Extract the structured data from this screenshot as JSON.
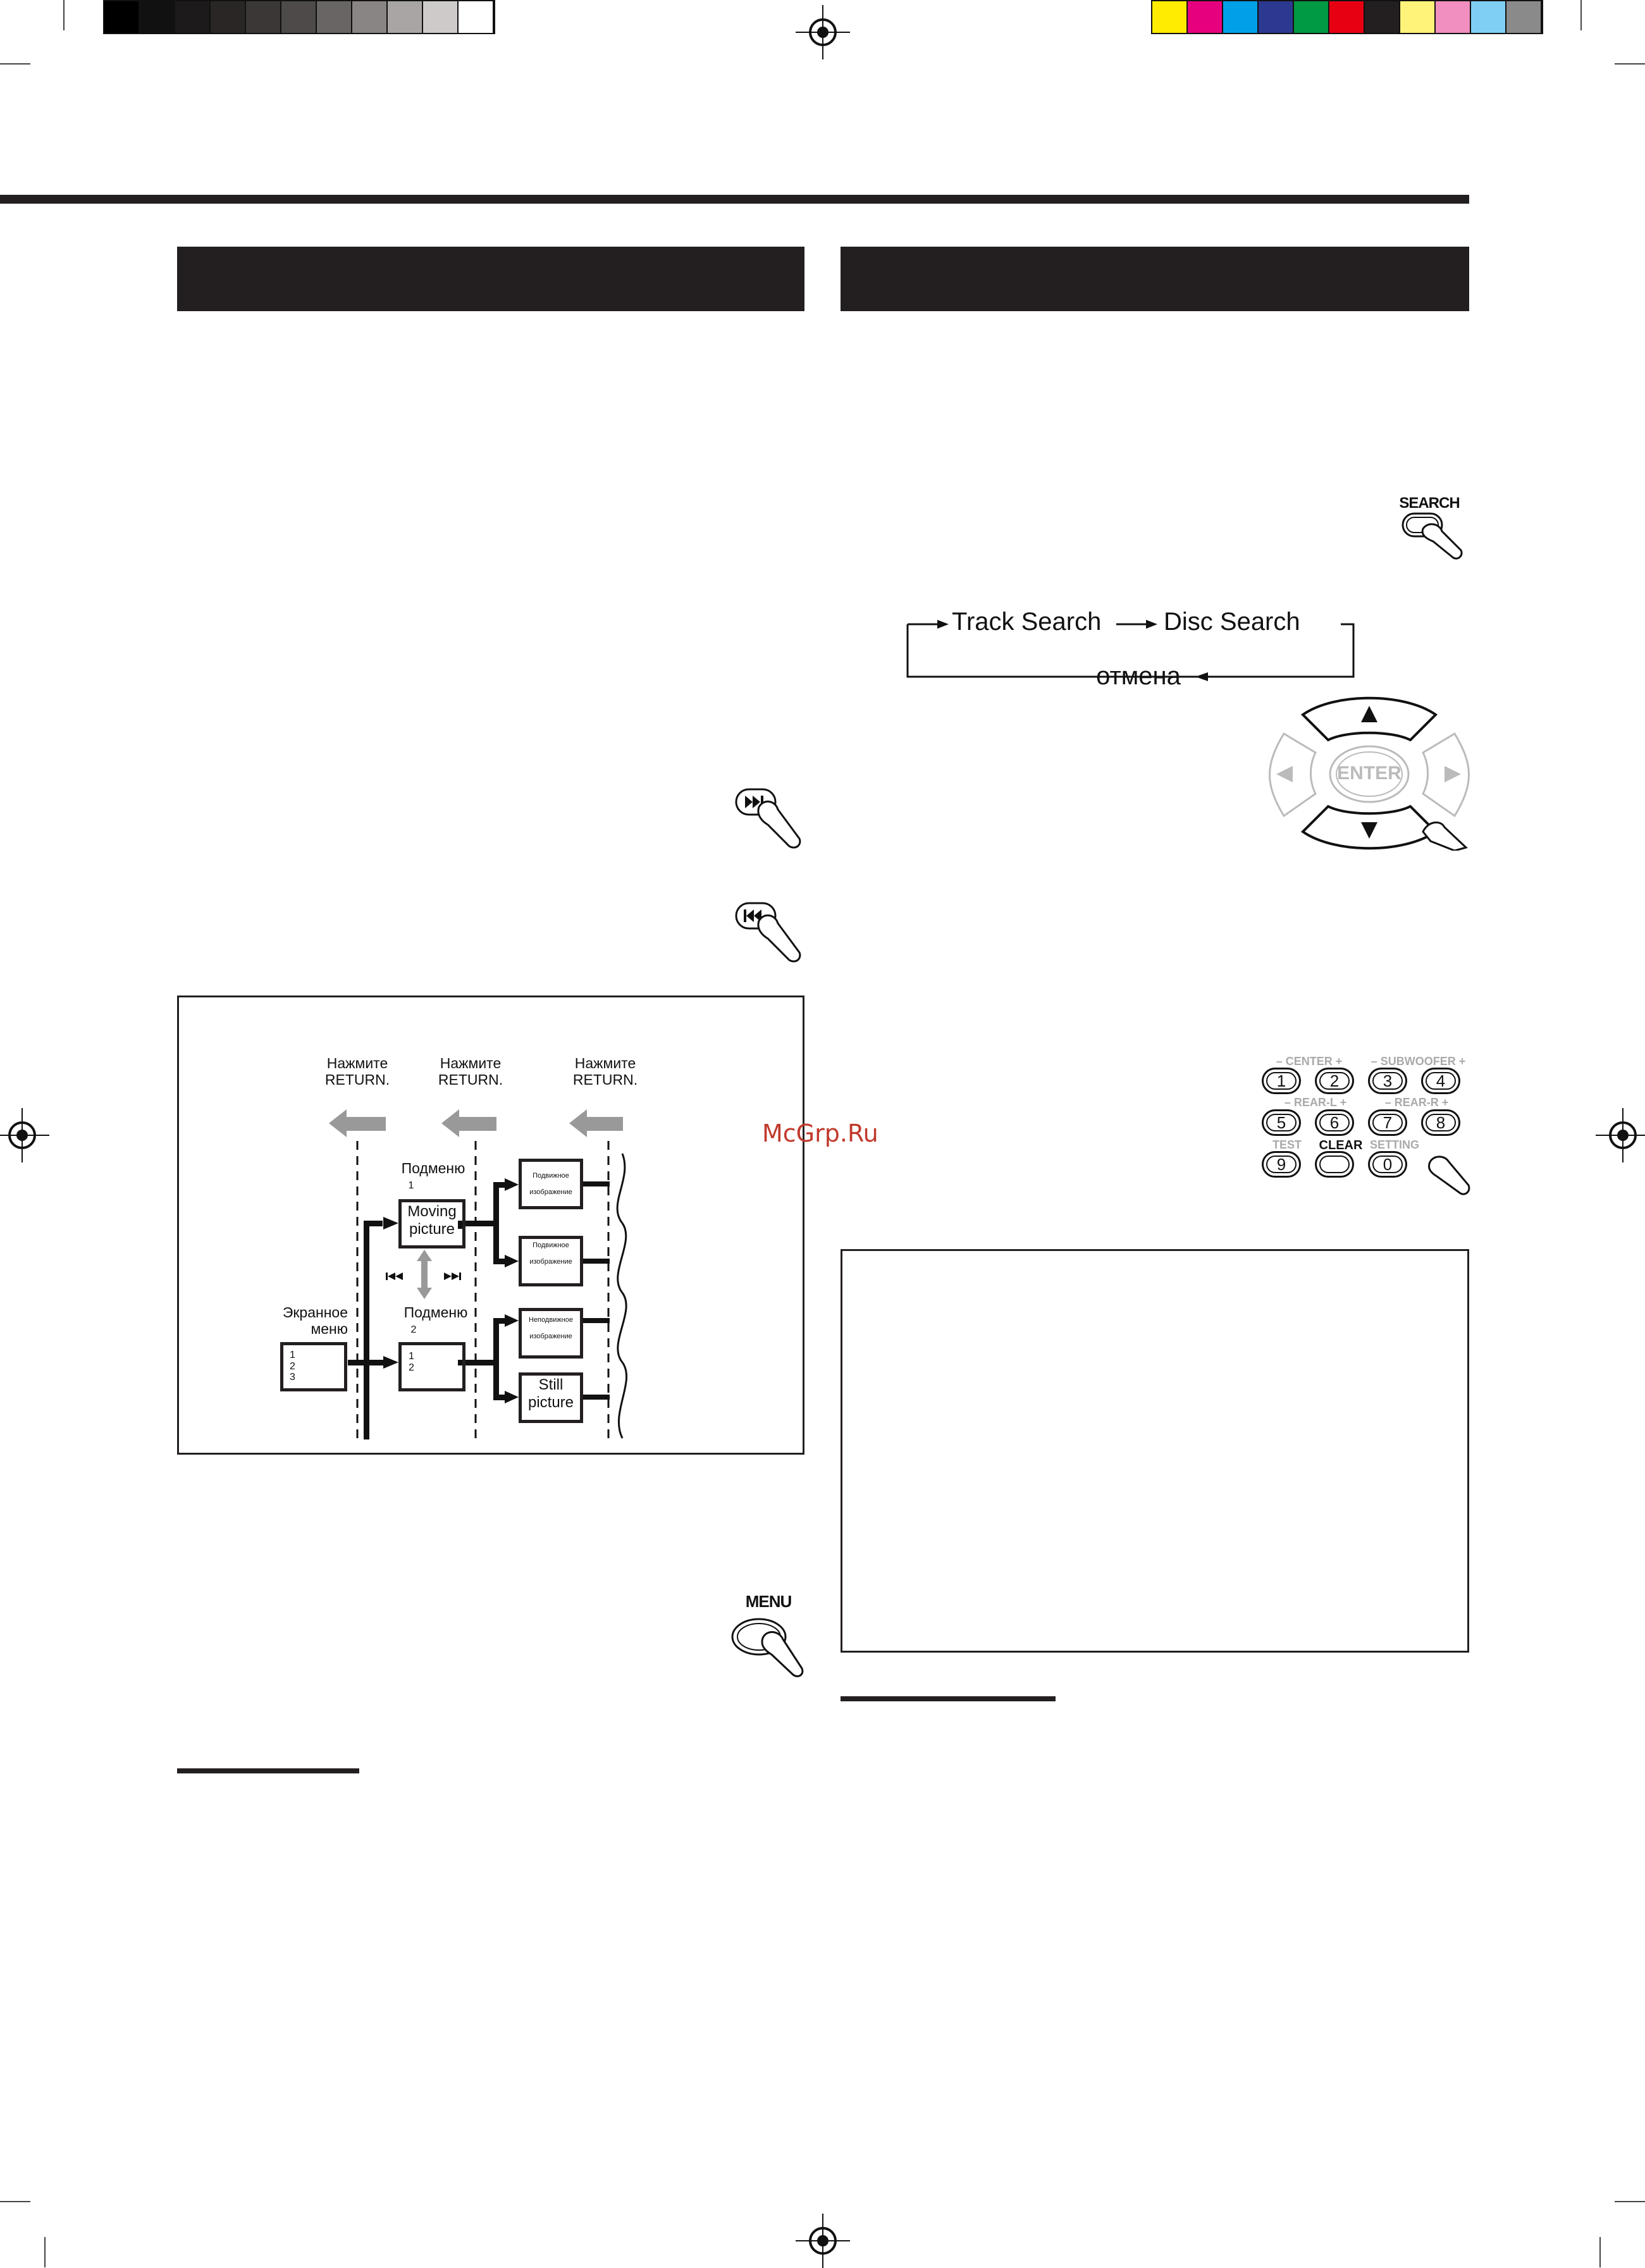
{
  "colors": {
    "grayscale_bar": [
      "#000000",
      "#111111",
      "#1c1a1a",
      "#2a2626",
      "#3b3737",
      "#4f4a4a",
      "#6a6565",
      "#8a8585",
      "#aaa5a5",
      "#cfcaca",
      "#ffffff"
    ],
    "color_bar": [
      "#ffec00",
      "#e6007e",
      "#00a0e9",
      "#2b3990",
      "#009944",
      "#e60012",
      "#231f20",
      "#fff37a",
      "#f08fc0",
      "#7fcff4",
      "#8a8a8a"
    ],
    "header_fill": "#231f20",
    "watermark": "#c0392b"
  },
  "watermark": "McGrp.Ru",
  "search_section": {
    "search_button_label": "SEARCH",
    "flow": {
      "track_search": "Track Search",
      "disc_search": "Disc Search",
      "cancel": "отмена"
    },
    "dpad": {
      "enter_label": "ENTER",
      "up_icon": "up-arrow-icon",
      "down_icon": "down-arrow-icon",
      "left_icon": "left-arrow-icon",
      "right_icon": "right-arrow-icon"
    },
    "keypad": {
      "row_labels": {
        "center": "– CENTER +",
        "subwoofer": "– SUBWOOFER +",
        "rear_l": "– REAR-L +",
        "rear_r": "– REAR-R +",
        "test": "TEST",
        "clear": "CLEAR",
        "setting": "SETTING"
      },
      "keys": [
        "1",
        "2",
        "3",
        "4",
        "5",
        "6",
        "7",
        "8",
        "9",
        "",
        "0"
      ]
    }
  },
  "menu_section": {
    "menu_button_label": "MENU",
    "diagram": {
      "press_return": [
        {
          "line1": "Нажмите",
          "line2": "RETURN."
        },
        {
          "line1": "Нажмите",
          "line2": "RETURN."
        },
        {
          "line1": "Нажмите",
          "line2": "RETURN."
        }
      ],
      "onscreen_menu": {
        "line1": "Экранное",
        "line2": "меню",
        "items": [
          "1",
          "2",
          "3"
        ]
      },
      "submenu1": {
        "title": "Подменю",
        "number": "1",
        "label1": "Moving",
        "label2": "picture"
      },
      "submenu2": {
        "title": "Подменю",
        "number": "2",
        "items": [
          "1",
          "2"
        ]
      },
      "leaves": [
        {
          "line1": "Подвижное",
          "line2": "изображение"
        },
        {
          "line1": "Подвижное",
          "line2": "изображение"
        },
        {
          "line1": "Неподвижное",
          "line2": "изображение"
        },
        {
          "line1": "Still",
          "line2": "picture"
        }
      ]
    }
  }
}
